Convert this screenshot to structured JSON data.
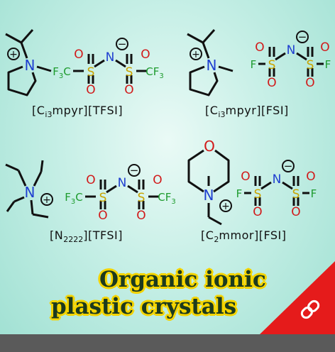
{
  "title": {
    "line1": "Organic ionic",
    "line2": "plastic crystals"
  },
  "labels": {
    "c3mpyr_tfsi": {
      "open": "[C",
      "sub": "i3",
      "rest": "mpyr][TFSI]"
    },
    "c3mpyr_fsi": {
      "open": "[C",
      "sub": "i3",
      "rest": "mpyr][FSI]"
    },
    "n2222_tfsi": {
      "open": "[N",
      "sub": "2222",
      "rest": "][TFSI]"
    },
    "c2mmor_fsi": {
      "open": "[C",
      "sub": "2",
      "rest": "mmor][FSI]"
    }
  },
  "atoms": {
    "N": "N",
    "S": "S",
    "O": "O",
    "F": "F",
    "C": "C",
    "F3": "3",
    "plus": "+",
    "minus": "−"
  },
  "colors": {
    "bond": "#111111",
    "nitrogen": "#1f3fd0",
    "sulfur": "#c9a400",
    "oxygen": "#d11a1a",
    "fluorine": "#1e9b2e",
    "accent_red": "#e51b1b",
    "title_fill": "#1c3a1e",
    "title_outline": "#f4d400"
  },
  "link_icon": "link-icon"
}
